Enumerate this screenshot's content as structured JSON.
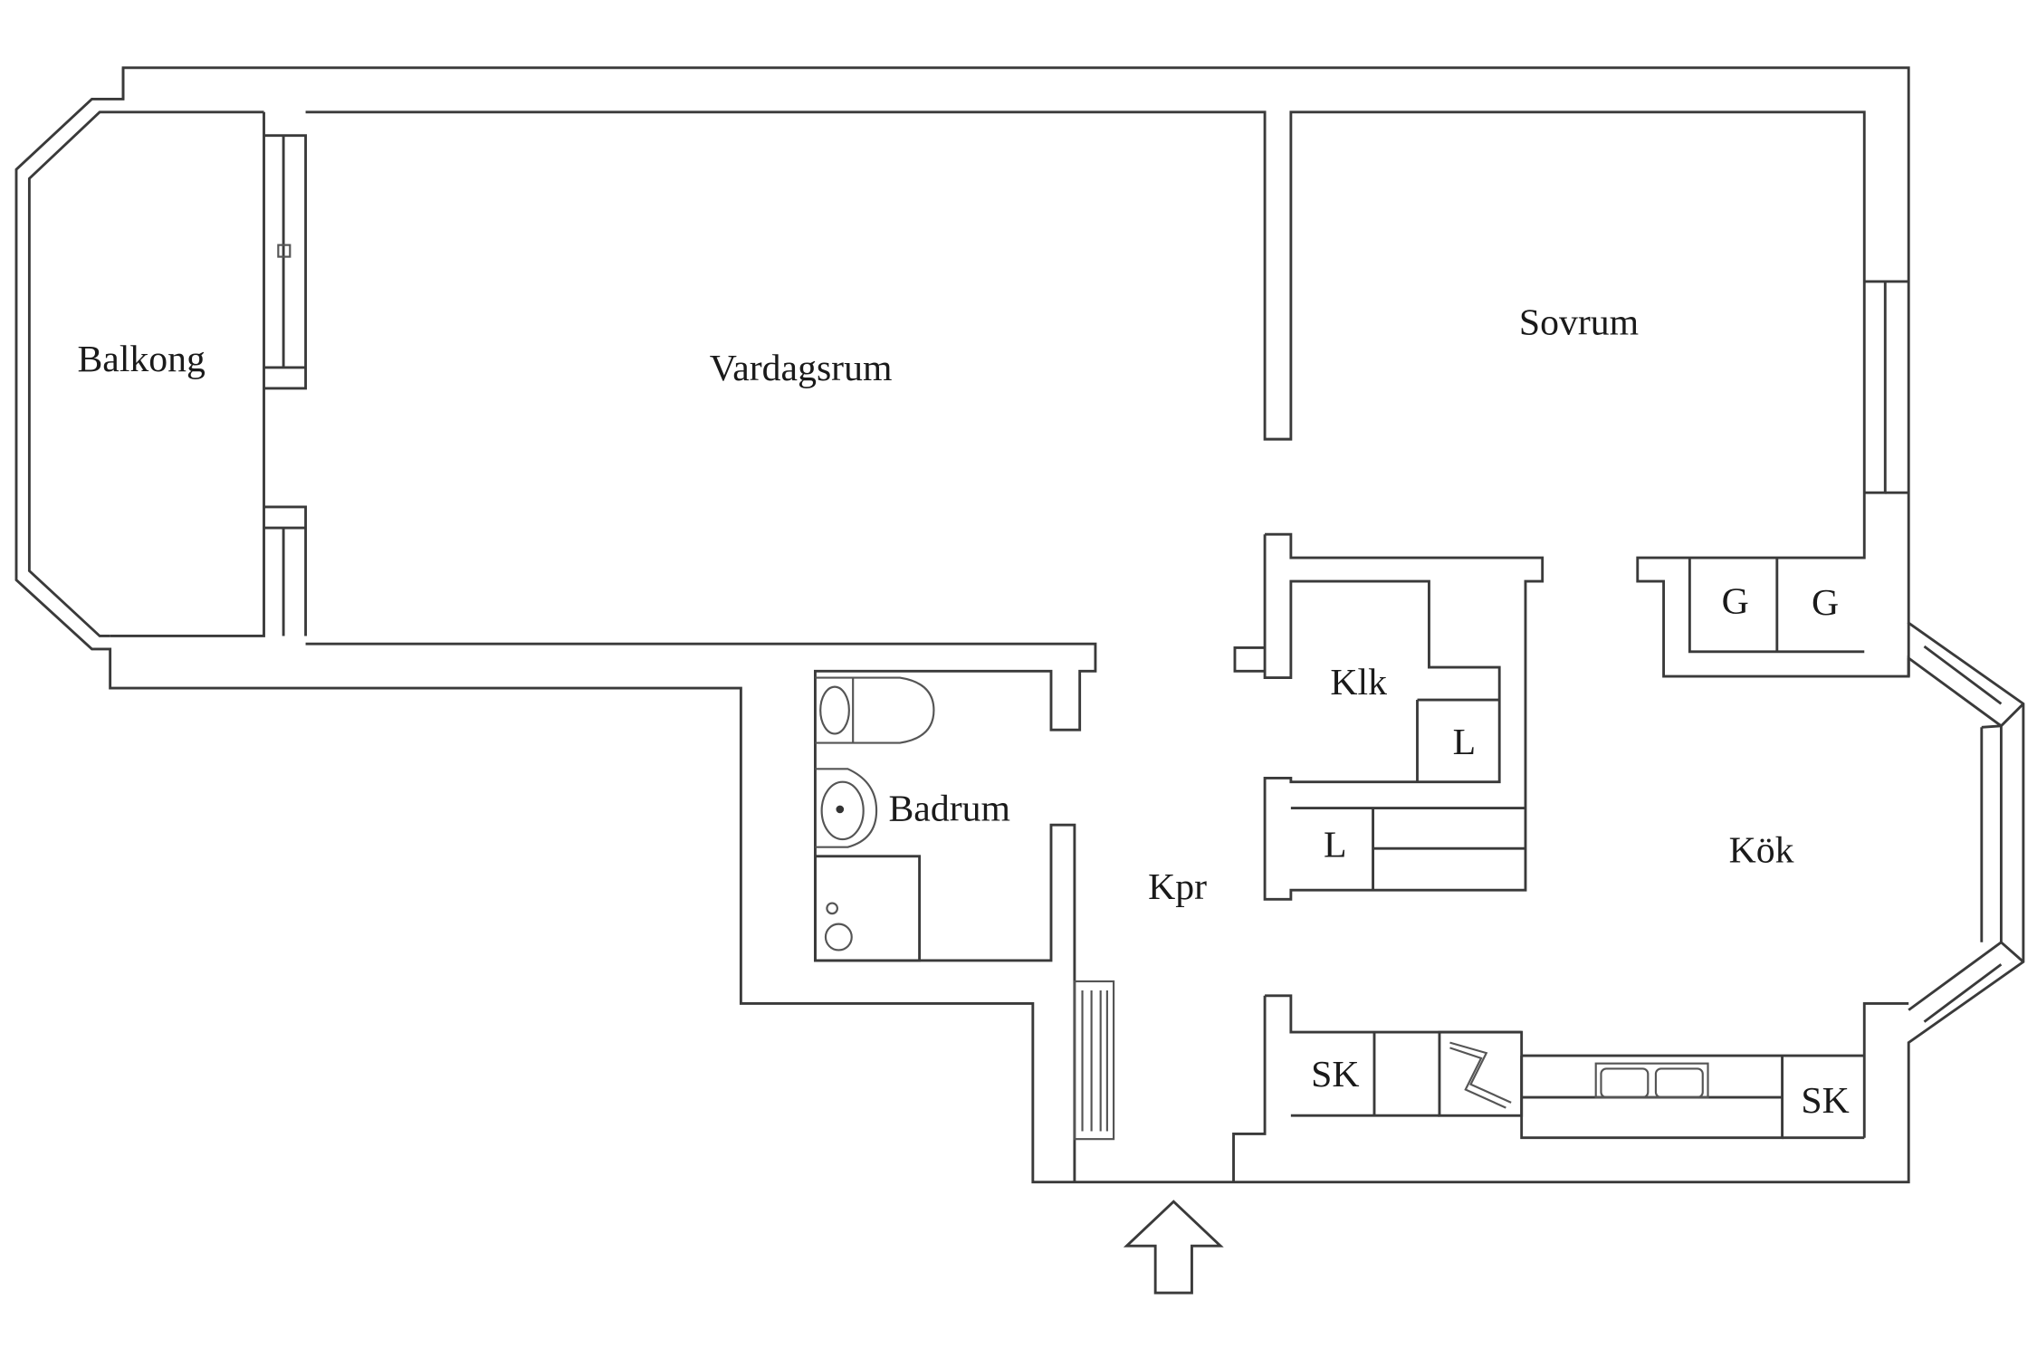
{
  "rooms": {
    "balkong": "Balkong",
    "vardagsrum": "Vardagsrum",
    "sovrum": "Sovrum",
    "klk": "Klk",
    "badrum": "Badrum",
    "kpr": "Kpr",
    "kok": "Kök"
  },
  "fixtures": {
    "g1": "G",
    "g2": "G",
    "l1": "L",
    "l2": "L",
    "sk1": "SK",
    "sk2": "SK"
  }
}
